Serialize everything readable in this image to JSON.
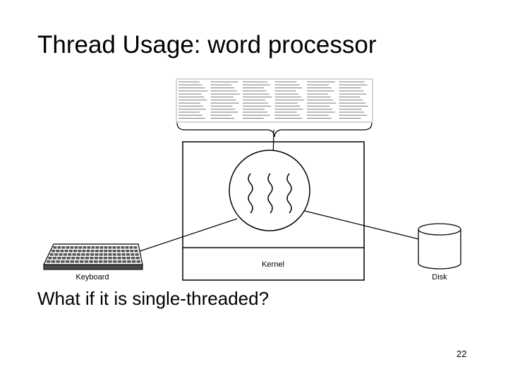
{
  "slide": {
    "title": "Thread Usage: word processor",
    "question": "What if it is single-threaded?",
    "page_number": "22"
  },
  "diagram": {
    "kernel_label": "Kernel",
    "keyboard_label": "Keyboard",
    "disk_label": "Disk",
    "document_columns": 6,
    "threads": 3
  }
}
